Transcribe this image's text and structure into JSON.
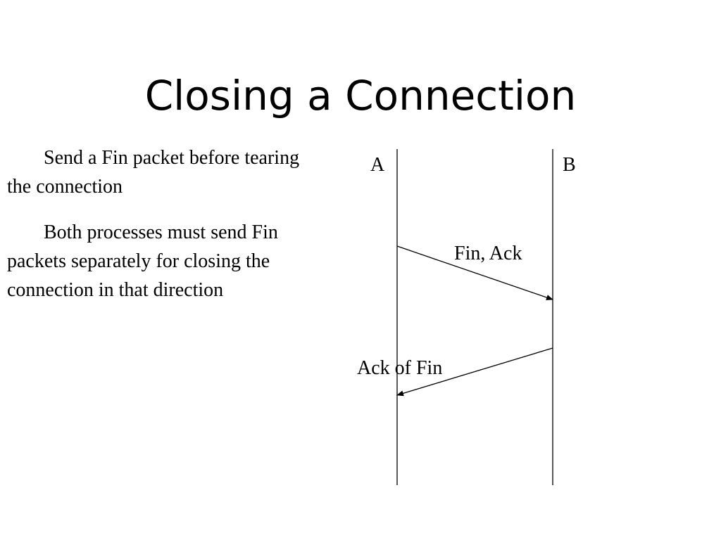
{
  "slide": {
    "title": "Closing a Connection"
  },
  "text": {
    "paragraphs": [
      "Send a Fin packet before tearing the connection",
      "Both processes must send Fin packets separately for closing the connection in that direction"
    ]
  },
  "diagram": {
    "endpoints": [
      "A",
      "B"
    ],
    "messages": [
      {
        "label": "Fin, Ack",
        "from": "A",
        "to": "B"
      },
      {
        "label": "Ack of Fin",
        "from": "B",
        "to": "A"
      }
    ]
  }
}
